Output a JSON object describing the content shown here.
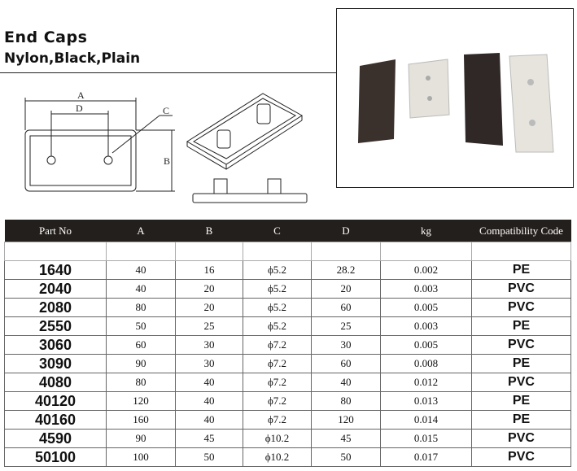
{
  "title": "End Caps",
  "subtitle": "Nylon,Black,Plain",
  "diagram_labels": {
    "a": "A",
    "b": "B",
    "c": "C",
    "d": "D"
  },
  "table": {
    "headers": [
      "Part No",
      "A",
      "B",
      "C",
      "D",
      "kg",
      "Compatibility Code"
    ],
    "rows": [
      [
        "1640",
        "40",
        "16",
        "ϕ5.2",
        "28.2",
        "0.002",
        "PE"
      ],
      [
        "2040",
        "40",
        "20",
        "ϕ5.2",
        "20",
        "0.003",
        "PVC"
      ],
      [
        "2080",
        "80",
        "20",
        "ϕ5.2",
        "60",
        "0.005",
        "PVC"
      ],
      [
        "2550",
        "50",
        "25",
        "ϕ5.2",
        "25",
        "0.003",
        "PE"
      ],
      [
        "3060",
        "60",
        "30",
        "ϕ7.2",
        "30",
        "0.005",
        "PVC"
      ],
      [
        "3090",
        "90",
        "30",
        "ϕ7.2",
        "60",
        "0.008",
        "PE"
      ],
      [
        "4080",
        "80",
        "40",
        "ϕ7.2",
        "40",
        "0.012",
        "PVC"
      ],
      [
        "40120",
        "120",
        "40",
        "ϕ7.2",
        "80",
        "0.013",
        "PE"
      ],
      [
        "40160",
        "160",
        "40",
        "ϕ7.2",
        "120",
        "0.014",
        "PE"
      ],
      [
        "4590",
        "90",
        "45",
        "ϕ10.2",
        "45",
        "0.015",
        "PVC"
      ],
      [
        "50100",
        "100",
        "50",
        "ϕ10.2",
        "50",
        "0.017",
        "PVC"
      ]
    ]
  }
}
